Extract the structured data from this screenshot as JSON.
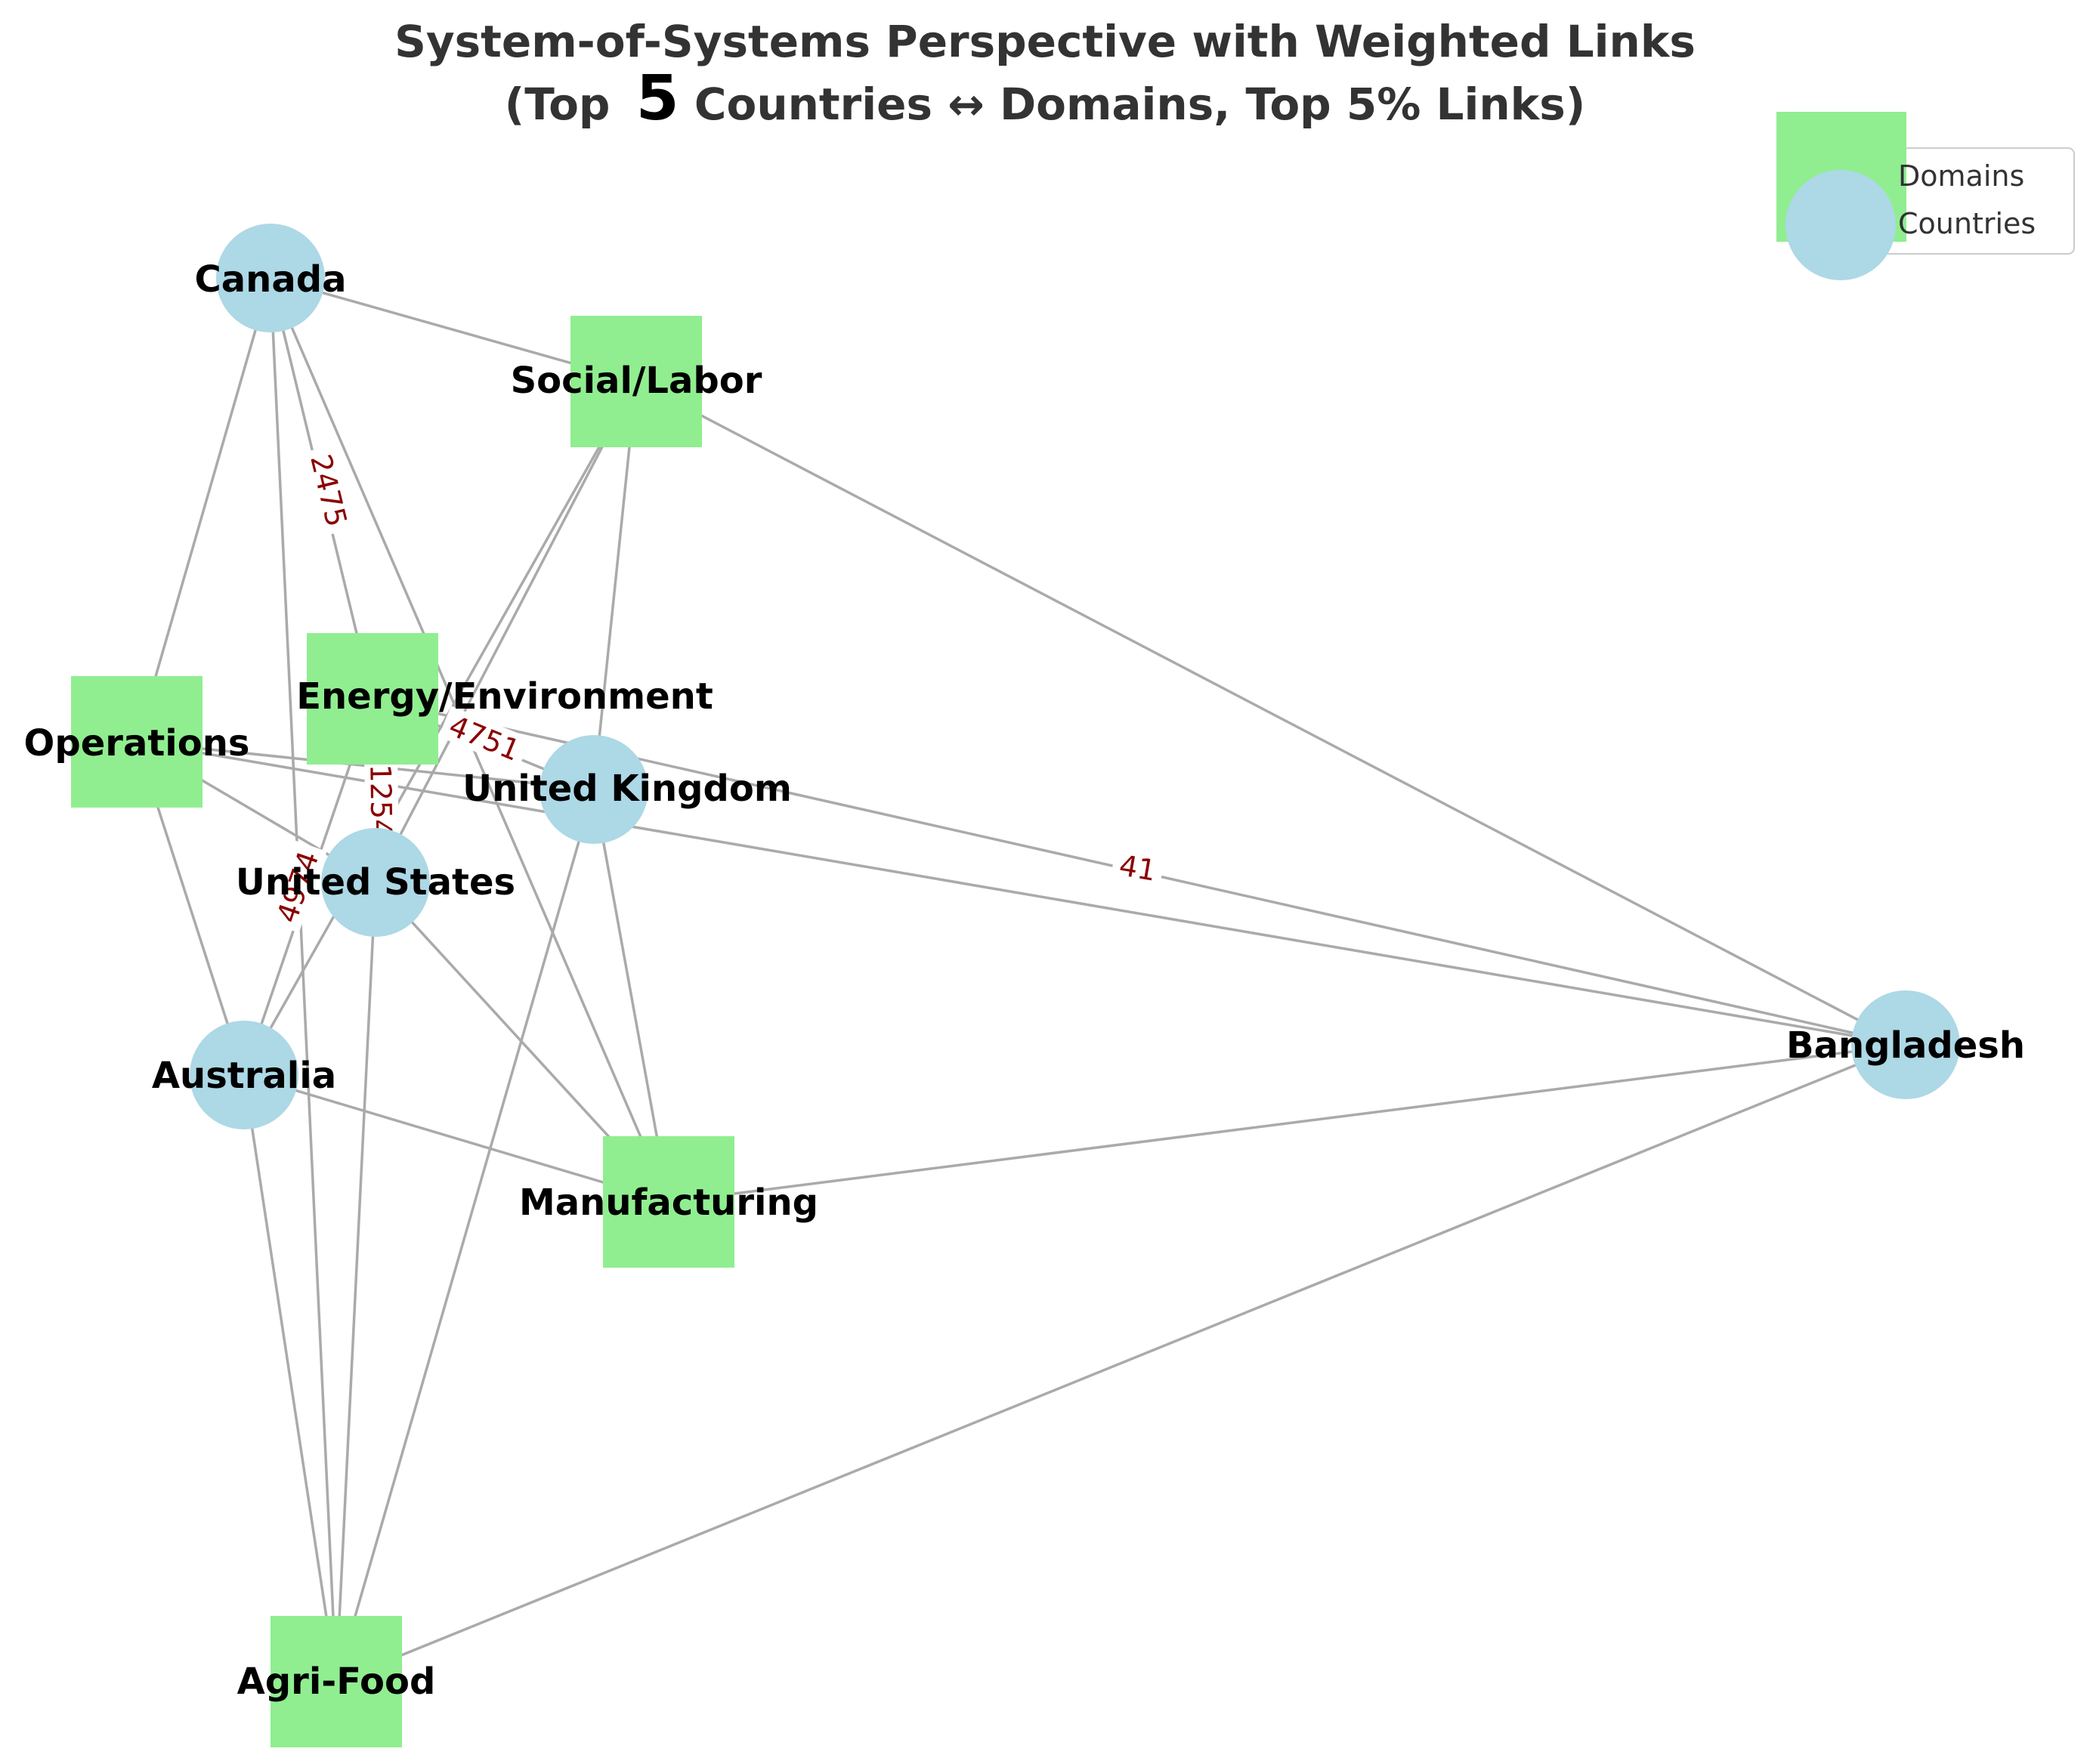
{
  "title": {
    "line1": "System-of-Systems Perspective with Weighted Links",
    "line2_prefix": "(Top ",
    "line2_number": "5",
    "line2_suffix": " Countries ↔ Domains, Top 5% Links)"
  },
  "legend": {
    "domains_label": "Domains",
    "countries_label": "Countries"
  },
  "colors": {
    "domain_fill": "#90ee90",
    "country_fill": "#add8e6",
    "edge": "#aaaaaa",
    "edge_label": "#8b0000",
    "legend_border": "#cccccc"
  },
  "nodes": {
    "canada": {
      "label": "Canada",
      "kind": "country"
    },
    "social": {
      "label": "Social/Labor",
      "kind": "domain"
    },
    "energy": {
      "label": "Energy/Environment",
      "kind": "domain"
    },
    "operations": {
      "label": "Operations",
      "kind": "domain"
    },
    "uk": {
      "label": "United Kingdom",
      "kind": "country"
    },
    "us": {
      "label": "United States",
      "kind": "country"
    },
    "australia": {
      "label": "Australia",
      "kind": "country"
    },
    "manufacturing": {
      "label": "Manufacturing",
      "kind": "domain"
    },
    "bangladesh": {
      "label": "Bangladesh",
      "kind": "country"
    },
    "agrifood": {
      "label": "Agri-Food",
      "kind": "domain"
    }
  },
  "edges": [
    {
      "from": "canada",
      "to": "social",
      "weight": ""
    },
    {
      "from": "canada",
      "to": "operations",
      "weight": ""
    },
    {
      "from": "canada",
      "to": "energy",
      "weight": "2475"
    },
    {
      "from": "canada",
      "to": "manufacturing",
      "weight": ""
    },
    {
      "from": "canada",
      "to": "agrifood",
      "weight": ""
    },
    {
      "from": "social",
      "to": "us",
      "weight": ""
    },
    {
      "from": "social",
      "to": "uk",
      "weight": ""
    },
    {
      "from": "social",
      "to": "bangladesh",
      "weight": ""
    },
    {
      "from": "social",
      "to": "australia",
      "weight": ""
    },
    {
      "from": "energy",
      "to": "uk",
      "weight": "4751"
    },
    {
      "from": "energy",
      "to": "us",
      "weight": "1254"
    },
    {
      "from": "energy",
      "to": "australia",
      "weight": "4974"
    },
    {
      "from": "energy",
      "to": "bangladesh",
      "weight": ""
    },
    {
      "from": "operations",
      "to": "uk",
      "weight": ""
    },
    {
      "from": "operations",
      "to": "us",
      "weight": ""
    },
    {
      "from": "operations",
      "to": "australia",
      "weight": ""
    },
    {
      "from": "operations",
      "to": "bangladesh",
      "weight": "41"
    },
    {
      "from": "us",
      "to": "manufacturing",
      "weight": ""
    },
    {
      "from": "us",
      "to": "agrifood",
      "weight": ""
    },
    {
      "from": "uk",
      "to": "manufacturing",
      "weight": ""
    },
    {
      "from": "uk",
      "to": "agrifood",
      "weight": ""
    },
    {
      "from": "australia",
      "to": "manufacturing",
      "weight": ""
    },
    {
      "from": "australia",
      "to": "agrifood",
      "weight": ""
    },
    {
      "from": "manufacturing",
      "to": "bangladesh",
      "weight": ""
    },
    {
      "from": "bangladesh",
      "to": "agrifood",
      "weight": ""
    }
  ]
}
